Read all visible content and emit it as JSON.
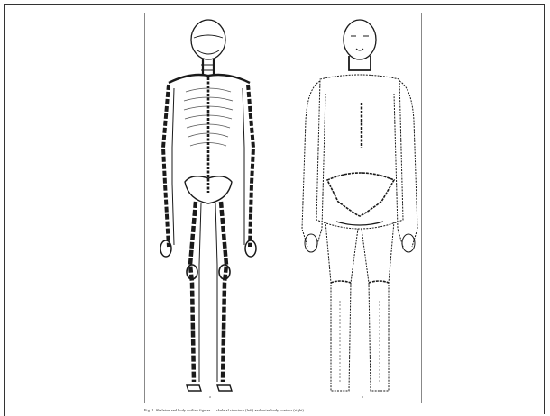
{
  "page": {
    "caption": "Fig. 1. Skeleton and body outline figures — skeletal structure (left) and outer body contour (right)",
    "figure_marks": [
      "a",
      "b"
    ]
  },
  "colors": {
    "ink": "#1a1a1a",
    "faint": "#666666",
    "background": "#ffffff"
  }
}
